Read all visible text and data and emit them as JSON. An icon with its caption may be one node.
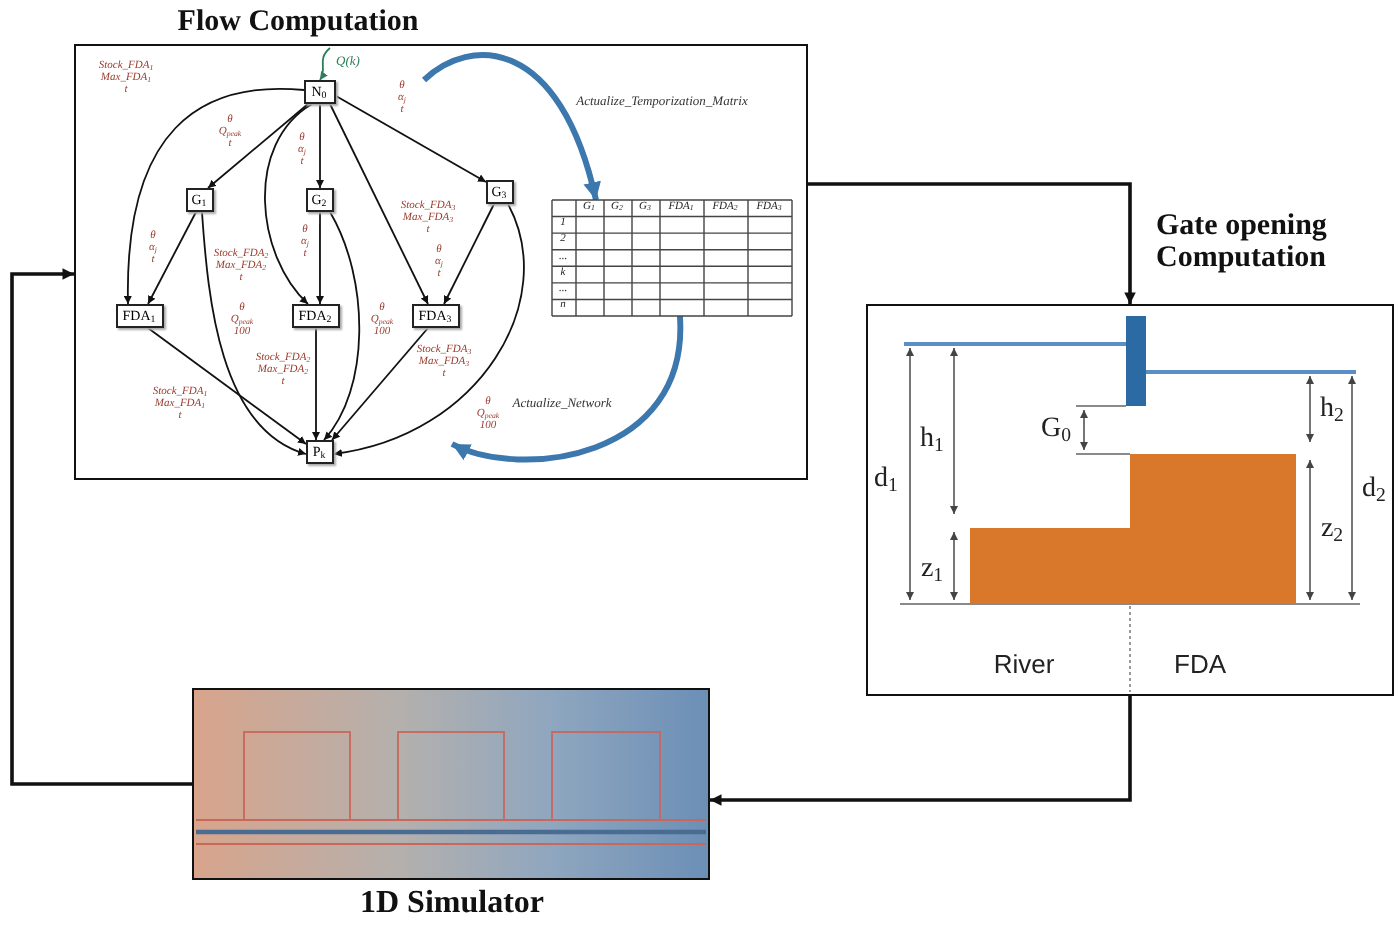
{
  "diagram": {
    "nodes": [
      {
        "text": [
          "Flow Computation"
        ]
      },
      {
        "text": [
          "N$_{0}$"
        ],
        "in": 0
      },
      {
        "text": [
          "G$_{1}$"
        ],
        "in": 0
      },
      {
        "text": [
          "G$_{2}$"
        ],
        "in": 0
      },
      {
        "text": [
          "G$_{3}$"
        ],
        "in": 0
      },
      {
        "text": [
          "FDA$_{1}$"
        ],
        "in": 0
      },
      {
        "text": [
          "FDA$_{2}$"
        ],
        "in": 0
      },
      {
        "text": [
          "FDA$_{3}$"
        ],
        "in": 0
      },
      {
        "text": [
          "P$_{k}$"
        ],
        "in": 0
      },
      {
        "text": [
          "G$_{1}$",
          "G$_{2}$",
          "G$_{3}$",
          "FDA$_{1}$",
          "FDA$_{2}$",
          "FDA$_{3}$",
          "1",
          "2",
          "...",
          "k",
          "...",
          "n"
        ],
        "in": 0
      },
      {
        "text": [
          "Gate opening Computation"
        ]
      },
      {
        "text": [
          "1D Simulator"
        ]
      }
    ],
    "edges": [
      {
        "from": null,
        "to": 1,
        "arrow": "to",
        "label": "Q(k)",
        "color": "#2e7d5b"
      },
      {
        "from": 1,
        "to": 5,
        "arrow": "to",
        "label": "Stock_FDA$_{1}$ Max_FDA$_{1}$ t"
      },
      {
        "from": 1,
        "to": 2,
        "arrow": "to",
        "label": "θ Q$_{peak}$ t"
      },
      {
        "from": 1,
        "to": 6,
        "arrow": "to",
        "label": "Stock_FDA$_{2}$ Max_FDA$_{2}$ t"
      },
      {
        "from": 1,
        "to": 3,
        "arrow": "to",
        "label": "θ α$_{j}$ t"
      },
      {
        "from": 1,
        "to": 7,
        "arrow": "to",
        "label": "Stock_FDA$_{3}$ Max_FDA$_{3}$ t"
      },
      {
        "from": 1,
        "to": 4,
        "arrow": "to",
        "label": "θ α$_{j}$ t"
      },
      {
        "from": 2,
        "to": 5,
        "arrow": "to",
        "label": "θ α$_{j}$ t"
      },
      {
        "from": 2,
        "to": 8,
        "arrow": "to",
        "label": "θ Q$_{peak}$ 100"
      },
      {
        "from": 3,
        "to": 6,
        "arrow": "to",
        "label": "θ α$_{j}$ t"
      },
      {
        "from": 3,
        "to": 8,
        "arrow": "to",
        "label": "θ Q$_{peak}$ 100"
      },
      {
        "from": 4,
        "to": 7,
        "arrow": "to",
        "label": "θ α$_{j}$ t"
      },
      {
        "from": 4,
        "to": 8,
        "arrow": "to",
        "label": "θ Q$_{peak}$ 100"
      },
      {
        "from": 5,
        "to": 8,
        "arrow": "to",
        "label": "Stock_FDA$_{1}$ Max_FDA$_{1}$ t"
      },
      {
        "from": 6,
        "to": 8,
        "arrow": "to",
        "label": "Stock_FDA$_{2}$ Max_FDA$_{2}$ t"
      },
      {
        "from": 7,
        "to": 8,
        "arrow": "to",
        "label": "Stock_FDA$_{3}$ Max_FDA$_{3}$ t"
      },
      {
        "from": null,
        "to": 9,
        "arrow": "to",
        "label": "Actualize_Temporization_Matrix",
        "style": "thick",
        "color": "#3c78ad"
      },
      {
        "from": 9,
        "to": null,
        "arrow": "to",
        "label": "Actualize_Network",
        "style": "thick",
        "color": "#3c78ad"
      },
      {
        "from": 0,
        "to": 10,
        "arrow": "to"
      },
      {
        "from": 10,
        "to": 11,
        "arrow": "to"
      },
      {
        "from": 11,
        "to": 0,
        "arrow": "to"
      }
    ],
    "labels": [
      "h$_{1}$",
      "G$_{0}$",
      "h$_{2}$",
      "d$_{1}$",
      "d$_{2}$",
      "z$_{2}$",
      "z$_{1}$",
      "River",
      "FDA"
    ]
  }
}
